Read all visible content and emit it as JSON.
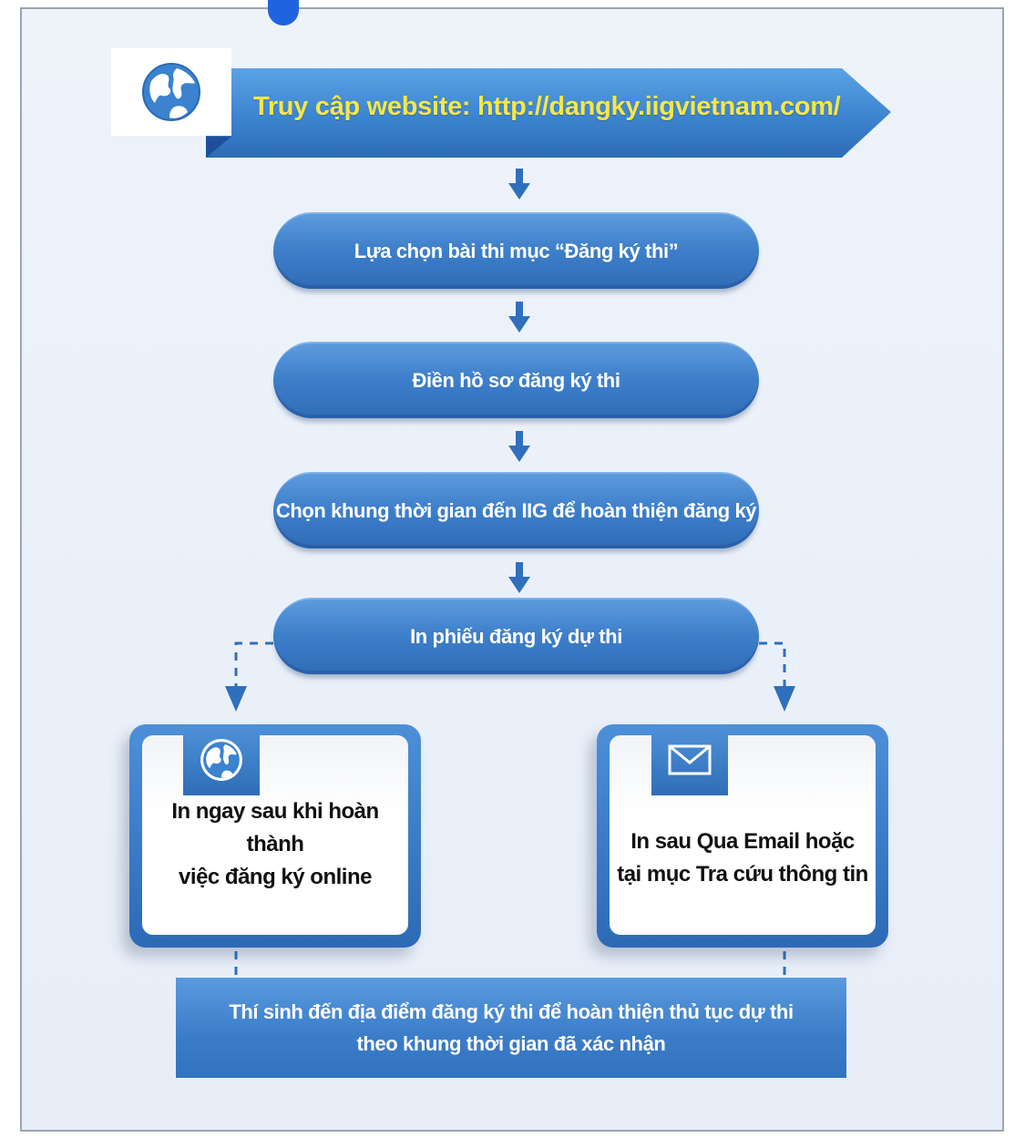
{
  "banner": {
    "text": "Truy cập website: http://dangky.iigvietnam.com/",
    "icon": "globe-icon"
  },
  "steps": [
    "Lựa chọn bài thi mục “Đăng ký thi”",
    "Điền hồ sơ đăng ký thi",
    "Chọn khung thời gian đến IIG để hoàn thiện đăng ký",
    "In phiếu đăng ký dự thi"
  ],
  "options": {
    "left": {
      "icon": "globe-icon",
      "line1": "In ngay sau khi hoàn thành",
      "line2": "việc đăng ký online"
    },
    "right": {
      "icon": "envelope-icon",
      "line1": "In sau Qua Email hoặc",
      "line2": "tại mục Tra cứu thông tin"
    }
  },
  "final": {
    "line1": "Thí sinh đến địa điểm đăng ký thi để hoàn thiện thủ tục dự thi",
    "line2": "theo khung thời gian đã xác nhận"
  },
  "colors": {
    "primary_blue": "#3f80cb",
    "banner_text": "#f5e64a",
    "background": "#e9f0f9"
  }
}
